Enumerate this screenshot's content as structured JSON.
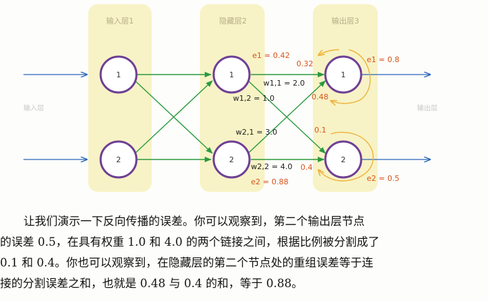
{
  "layers": {
    "input": "输入层1",
    "hidden": "隐藏层2",
    "output": "输出层3"
  },
  "side_labels": {
    "left": "输入层",
    "right": "输出层"
  },
  "nodes": {
    "n1": "1",
    "n2": "2",
    "h1": "1",
    "h2": "2",
    "o1": "1",
    "o2": "2"
  },
  "weights": {
    "w11": "w1,1 = 2.0",
    "w12": "w1,2 = 1.0",
    "w21": "w2,1 = 3.0",
    "w22": "w2,2 = 4.0"
  },
  "hidden_errors": {
    "e1": "e1 = 0.42",
    "e2": "e2 = 0.88"
  },
  "output_errors": {
    "e1": "e1 = 0.8",
    "e2": "e2 = 0.5"
  },
  "split_errors": {
    "a": "0.32",
    "b": "0.48",
    "c": "0.1",
    "d": "0.4"
  },
  "colors": {
    "layer_band": "#f7f3c6",
    "node_stroke": "#6f3f95",
    "connection": "#2c9a3f",
    "input_arrow": "#2b66b8",
    "error_text": "#d8531c",
    "back_arrow": "#efb23a"
  },
  "paragraph": {
    "line1": "让我们演示一下反向传播的误差。你可以观察到，第二个输出层节点",
    "line2": "的误差 0.5，在具有权重 1.0 和 4.0 的两个链接之间，根据比例被分割成了",
    "line3": "0.1 和 0.4。你也可以观察到，在隐藏层的第二个节点处的重组误差等于连",
    "line4": "接的分割误差之和，也就是 0.48 与 0.4 的和，等于 0.88。"
  }
}
